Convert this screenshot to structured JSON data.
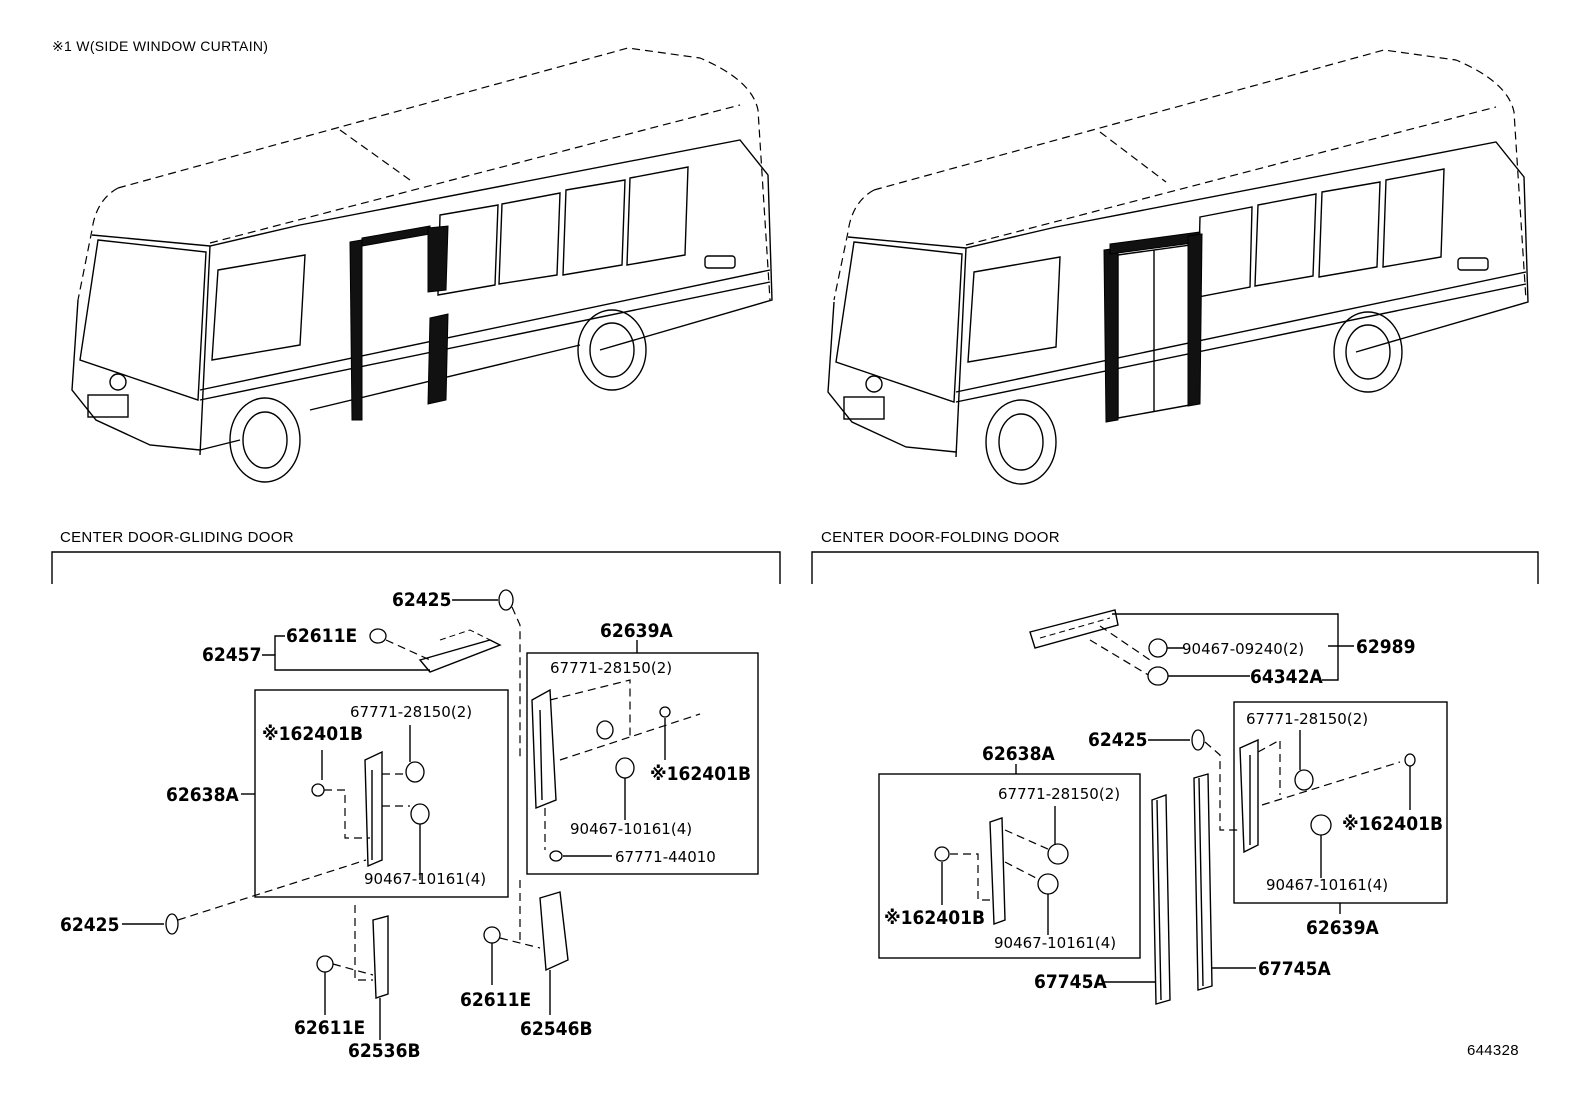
{
  "diagram": {
    "note": "※1 W(SIDE WINDOW CURTAIN)",
    "section_left": "CENTER DOOR-GLIDING DOOR",
    "section_right": "CENTER DOOR-FOLDING DOOR",
    "figure_number": "644328",
    "left_labels": {
      "p62425_top": "62425",
      "p62457": "62457",
      "p62611E_top": "62611E",
      "p62639A": "62639A",
      "p67771_28150_r": "67771-28150(2)",
      "p67771_28150_l": "67771-28150(2)",
      "p62401B_l": "※162401B",
      "p62401B_r": "※162401B",
      "p62638A": "62638A",
      "p90467_10161_r": "90467-10161(4)",
      "p90467_10161_l": "90467-10161(4)",
      "p67771_44010": "67771-44010",
      "p62425_bottom": "62425",
      "p62611E_bl": "62611E",
      "p62536B": "62536B",
      "p62611E_br": "62611E",
      "p62546B": "62546B"
    },
    "right_labels": {
      "p90467_09240": "90467-09240(2)",
      "p62989": "62989",
      "p64342A": "64342A",
      "p62638A": "62638A",
      "p62425": "62425",
      "p67771_28150_r": "67771-28150(2)",
      "p67771_28150_l": "67771-28150(2)",
      "p62401B_r": "※162401B",
      "p62401B_l": "※162401B",
      "p90467_10161_r": "90467-10161(4)",
      "p90467_10161_l": "90467-10161(4)",
      "p62639A": "62639A",
      "p67745A_l": "67745A",
      "p67745A_r": "67745A"
    }
  }
}
